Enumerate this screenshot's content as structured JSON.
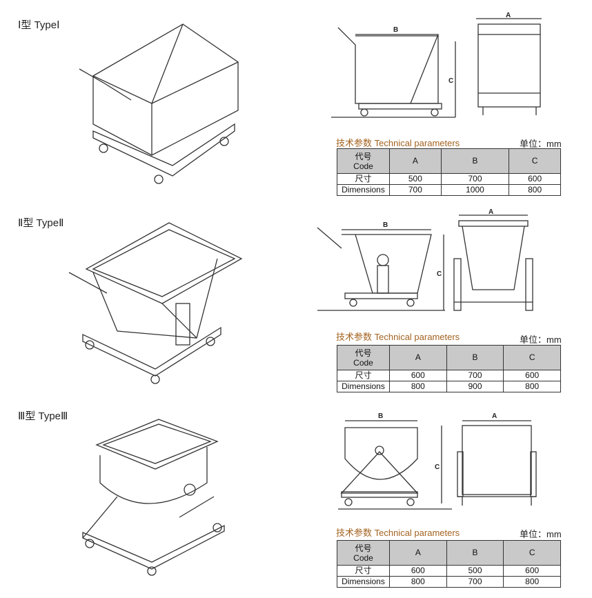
{
  "sections": [
    {
      "title": "Ⅰ型 TypeⅠ",
      "tp_title": "技术参数  Technical parameters",
      "unit": "单位：mm",
      "header": {
        "code_cn": "代号",
        "code_en": "Code",
        "cols": [
          "A",
          "B",
          "C"
        ]
      },
      "row_label_cn": "尺寸",
      "row_label_en": "Dimensions",
      "rows": [
        [
          "500",
          "700",
          "600"
        ],
        [
          "700",
          "1000",
          "800"
        ]
      ],
      "dim_labels": {
        "a": "A",
        "b": "B",
        "c": "C"
      }
    },
    {
      "title": "Ⅱ型 TypeⅡ",
      "tp_title": "技术参数  Technical parameters",
      "unit": "单位：mm",
      "header": {
        "code_cn": "代号",
        "code_en": "Code",
        "cols": [
          "A",
          "B",
          "C"
        ]
      },
      "row_label_cn": "尺寸",
      "row_label_en": "Dimensions",
      "rows": [
        [
          "600",
          "700",
          "600"
        ],
        [
          "800",
          "900",
          "800"
        ]
      ],
      "dim_labels": {
        "a": "A",
        "b": "B",
        "c": "C"
      }
    },
    {
      "title": "Ⅲ型 TypeⅢ",
      "tp_title": "技术参数  Technical parameters",
      "unit": "单位：mm",
      "header": {
        "code_cn": "代号",
        "code_en": "Code",
        "cols": [
          "A",
          "B",
          "C"
        ]
      },
      "row_label_cn": "尺寸",
      "row_label_en": "Dimensions",
      "rows": [
        [
          "600",
          "500",
          "600"
        ],
        [
          "800",
          "700",
          "800"
        ]
      ],
      "dim_labels": {
        "a": "A",
        "b": "B",
        "c": "C"
      }
    }
  ]
}
